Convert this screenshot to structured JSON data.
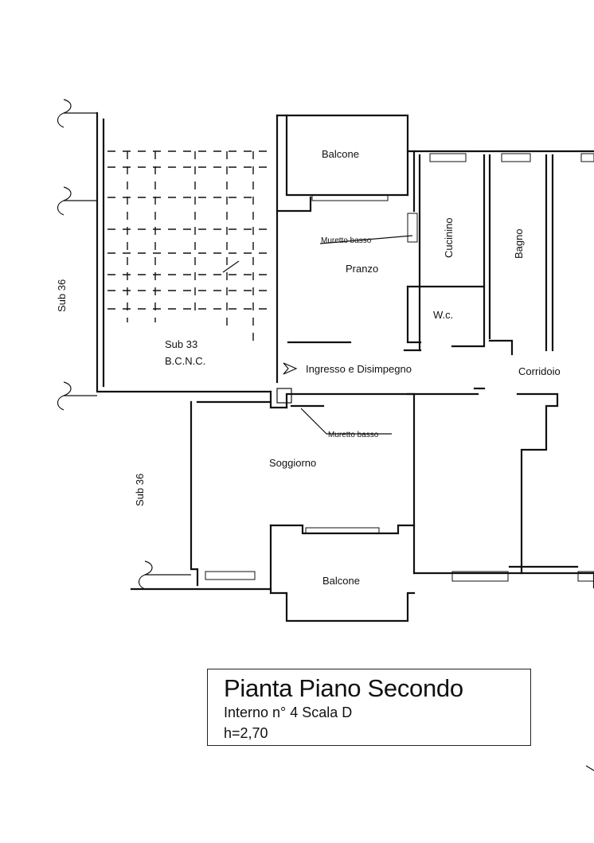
{
  "rooms": {
    "balcone_top": "Balcone",
    "pranzo": "Pranzo",
    "cucinino": "Cucinino",
    "bagno": "Bagno",
    "wc": "W.c.",
    "ingresso": "Ingresso e Disimpegno",
    "corridoio": "Corridoio",
    "soggiorno": "Soggiorno",
    "balcone_bottom": "Balcone"
  },
  "notes": {
    "muretto_top": "Muretto basso",
    "muretto_bottom": "Muretto basso",
    "sub33": "Sub 33",
    "bcnc": "B.C.N.C.",
    "sub36_left": "Sub 36",
    "sub36_lower": "Sub 36"
  },
  "title_block": {
    "title": "Pianta Piano Secondo",
    "subtitle": "Interno n° 4 Scala D",
    "height": "h=2,70"
  }
}
